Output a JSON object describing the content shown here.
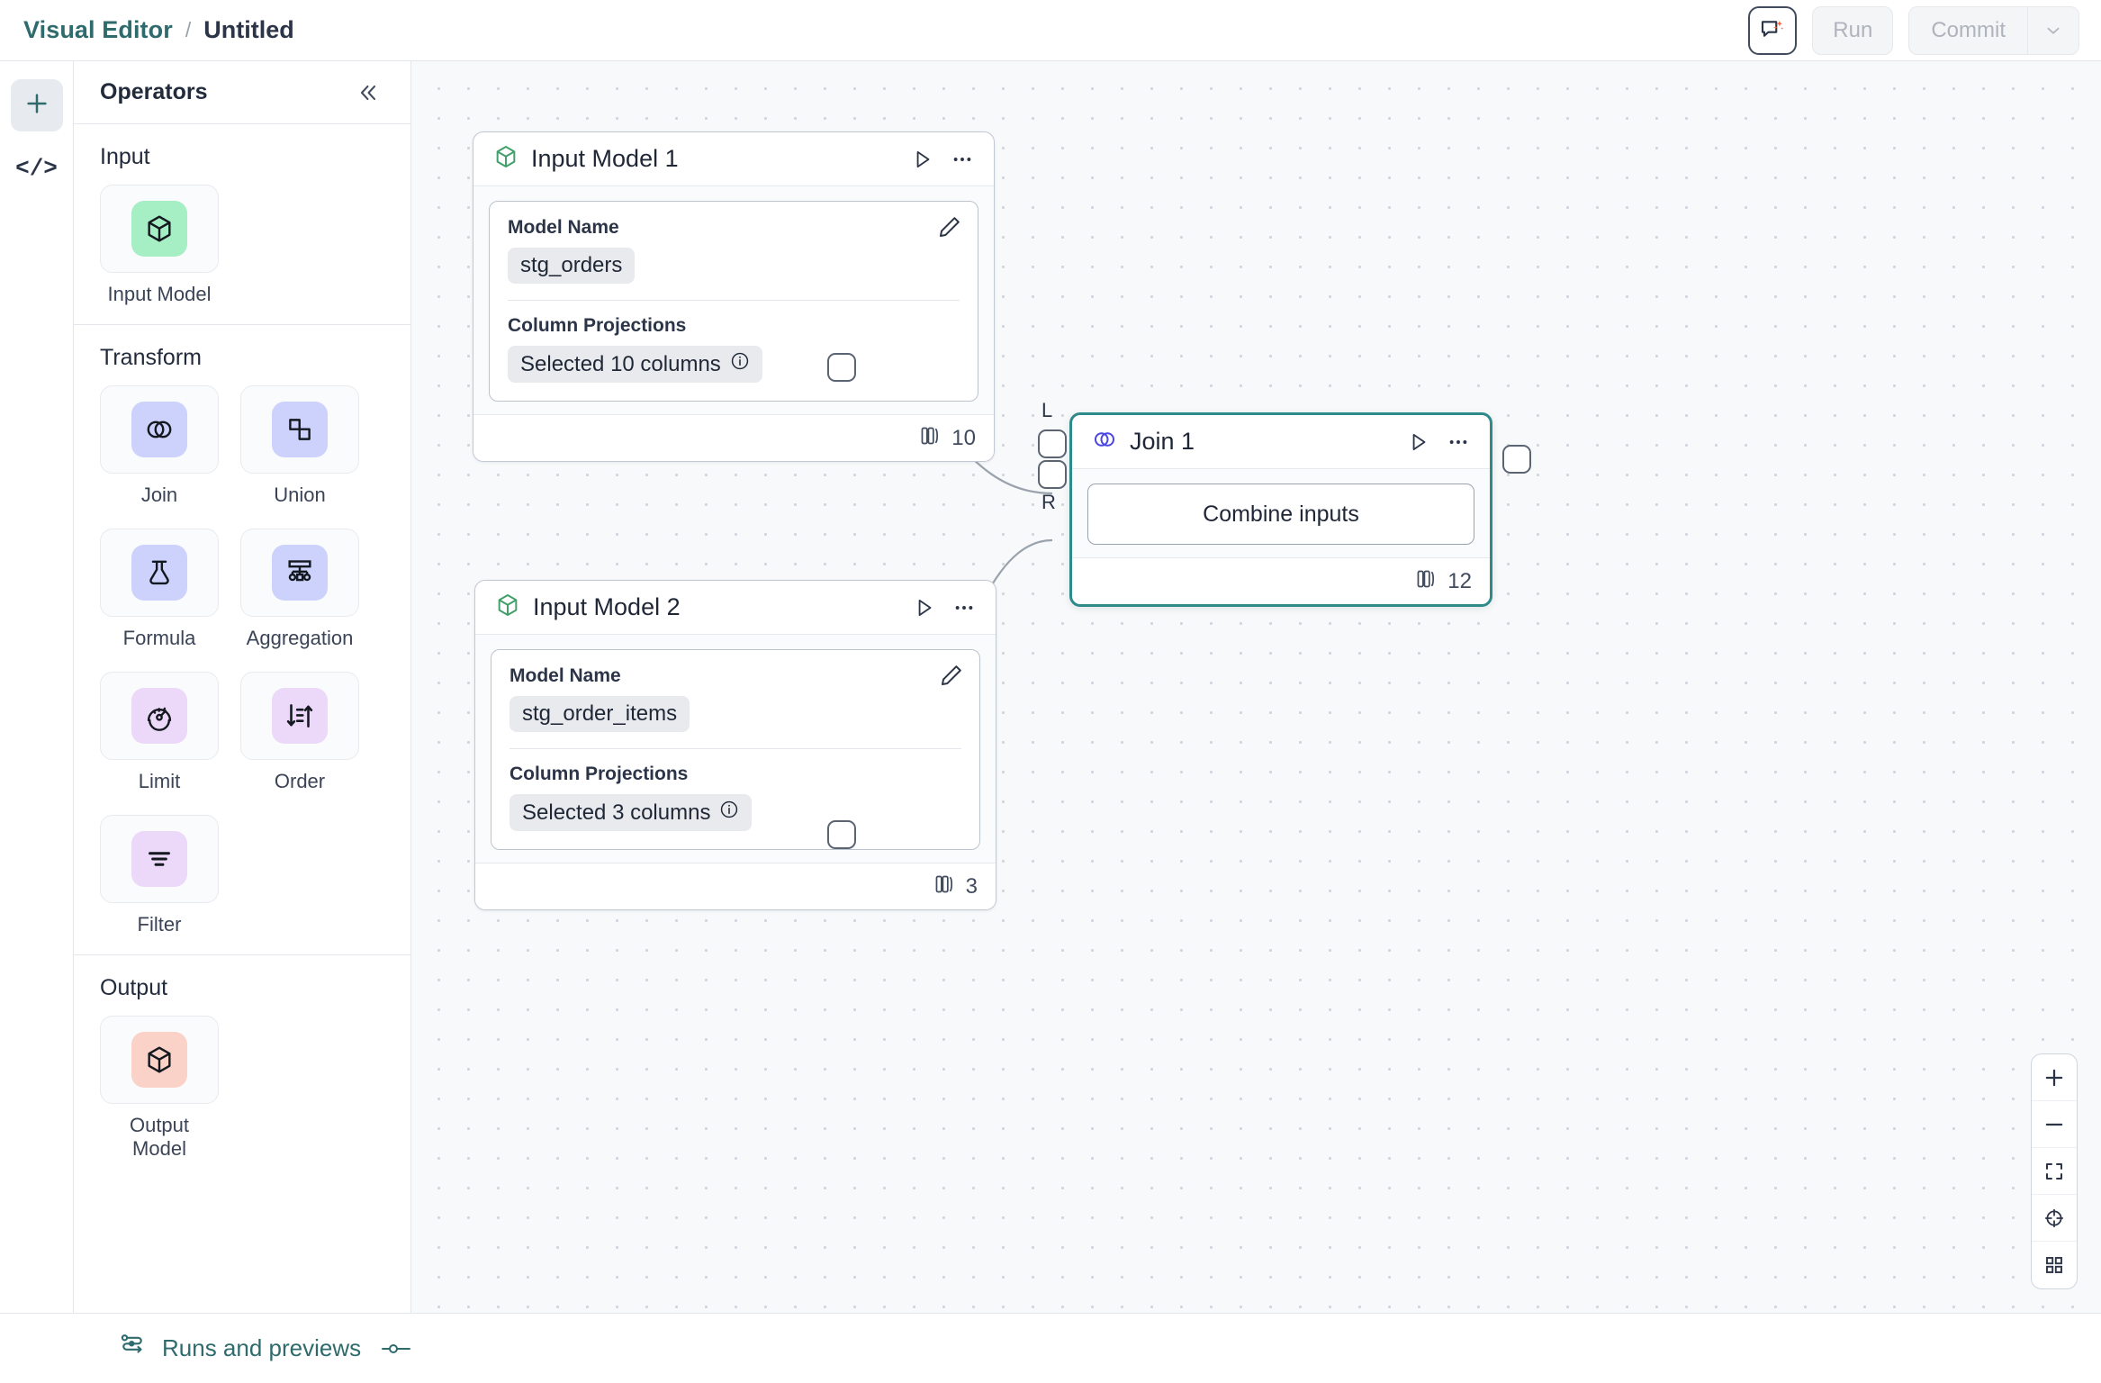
{
  "header": {
    "breadcrumb_root": "Visual Editor",
    "breadcrumb_separator": "/",
    "breadcrumb_current": "Untitled",
    "ai_icon": "ai-chat-sparkle-icon",
    "run_label": "Run",
    "commit_label": "Commit",
    "commit_caret_icon": "chevron-down-icon",
    "accent_teal": "#2f6b6d"
  },
  "rail": {
    "items": [
      {
        "name": "add",
        "icon": "plus-icon",
        "active": true
      },
      {
        "name": "code",
        "icon": "code-brackets-icon",
        "label": "</>",
        "active": false
      }
    ]
  },
  "panel": {
    "title": "Operators",
    "collapse_icon": "chevron-double-left-icon",
    "collapse_label": "<<",
    "groups": [
      {
        "title": "Input",
        "items": [
          {
            "label": "Input Model",
            "icon": "cube-icon",
            "bg": "#a6eec4"
          }
        ]
      },
      {
        "title": "Transform",
        "items": [
          {
            "label": "Join",
            "icon": "venn-circles-icon",
            "bg": "#ccd2fb"
          },
          {
            "label": "Union",
            "icon": "offset-squares-icon",
            "bg": "#ccd2fb"
          },
          {
            "label": "Formula",
            "icon": "flask-icon",
            "bg": "#ccd2fb"
          },
          {
            "label": "Aggregation",
            "icon": "hierarchy-icon",
            "bg": "#ccd2fb"
          },
          {
            "label": "Limit",
            "icon": "gauge-icon",
            "bg": "#ecd9f9"
          },
          {
            "label": "Order",
            "icon": "sort-arrows-icon",
            "bg": "#ecd9f9"
          },
          {
            "label": "Filter",
            "icon": "filter-lines-icon",
            "bg": "#ecd9f9"
          }
        ]
      },
      {
        "title": "Output",
        "items": [
          {
            "label": "Output Model",
            "icon": "cube-icon",
            "bg": "#fad2c8"
          }
        ]
      }
    ]
  },
  "canvas": {
    "nodes": [
      {
        "id": "input-model-1",
        "title": "Input Model 1",
        "icon": "cube-icon",
        "icon_color": "#41a06a",
        "selected": false,
        "run_icon": "play-icon",
        "more_icon": "ellipsis-icon",
        "edit_icon": "pencil-icon",
        "fields": [
          {
            "label": "Model Name",
            "value": "stg_orders"
          },
          {
            "label": "Column Projections",
            "value": "Selected 10 columns",
            "info_icon": "info-icon"
          }
        ],
        "footer": {
          "icon": "columns-icon",
          "count": "10"
        }
      },
      {
        "id": "input-model-2",
        "title": "Input Model 2",
        "icon": "cube-icon",
        "icon_color": "#41a06a",
        "selected": false,
        "run_icon": "play-icon",
        "more_icon": "ellipsis-icon",
        "edit_icon": "pencil-icon",
        "fields": [
          {
            "label": "Model Name",
            "value": "stg_order_items"
          },
          {
            "label": "Column Projections",
            "value": "Selected 3 columns",
            "info_icon": "info-icon"
          }
        ],
        "footer": {
          "icon": "columns-icon",
          "count": "3"
        }
      },
      {
        "id": "join-1",
        "title": "Join 1",
        "icon": "venn-circles-icon",
        "icon_color": "#4a46e0",
        "selected": true,
        "run_icon": "play-icon",
        "more_icon": "ellipsis-icon",
        "button_label": "Combine inputs",
        "port_labels": {
          "left_top": "L",
          "left_bottom": "R"
        },
        "footer": {
          "icon": "columns-icon",
          "count": "12"
        }
      }
    ],
    "selection_color": "#2f8a8a",
    "edge_color": "#9aa2ad"
  },
  "zoom_controls": [
    {
      "name": "zoom-in",
      "icon": "plus-icon"
    },
    {
      "name": "zoom-out",
      "icon": "minus-icon"
    },
    {
      "name": "fit-view",
      "icon": "fit-frame-icon"
    },
    {
      "name": "center-view",
      "icon": "crosshair-icon"
    },
    {
      "name": "toggle-grid",
      "icon": "grid-squares-icon"
    }
  ],
  "footer": {
    "runs_label": "Runs and previews",
    "runs_icon": "pipeline-icon",
    "toggle_icon": "slider-toggle-icon"
  }
}
